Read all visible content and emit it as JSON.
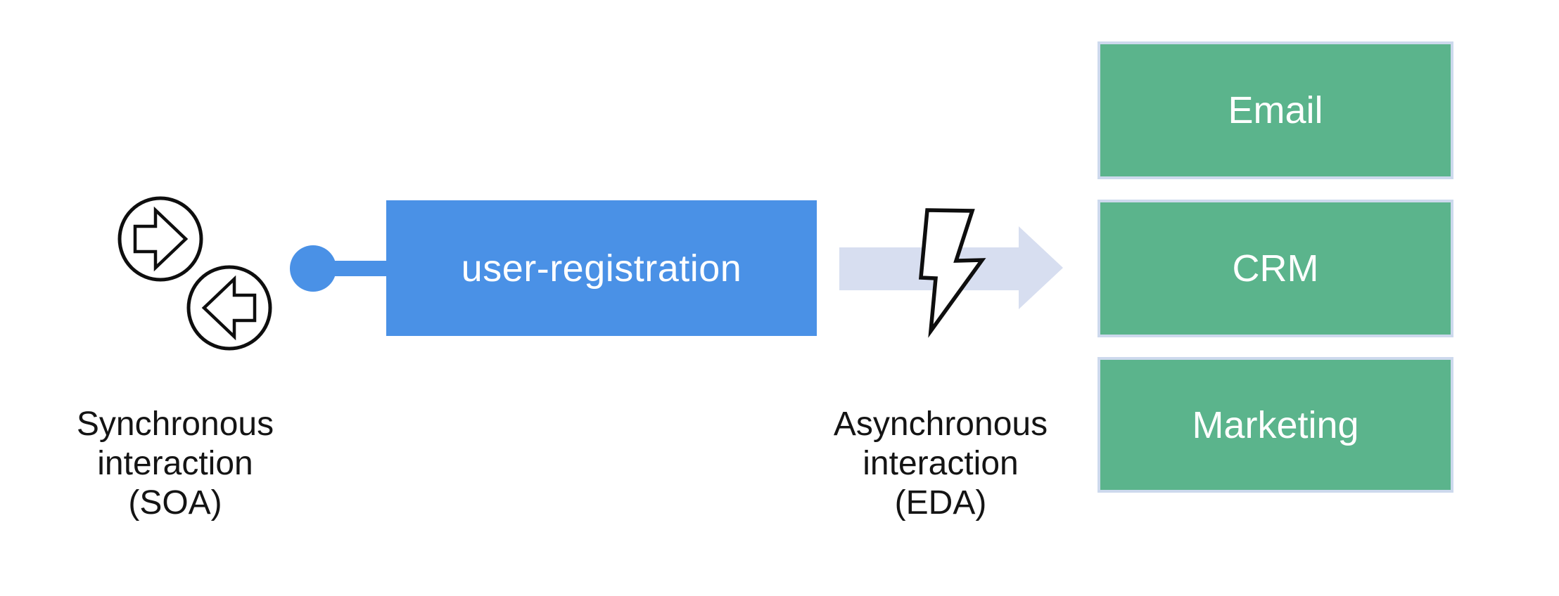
{
  "service_box": {
    "label": "user-registration"
  },
  "captions": {
    "left": {
      "lines": [
        "Synchronous",
        "interaction",
        "(SOA)"
      ]
    },
    "right": {
      "lines": [
        "Asynchronous",
        "interaction",
        "(EDA)"
      ]
    }
  },
  "targets": [
    {
      "label": "Email"
    },
    {
      "label": "CRM"
    },
    {
      "label": "Marketing"
    }
  ],
  "icons": {
    "sync": "request-response-circled-arrows-icon",
    "async": "lightning-bolt-icon",
    "connector": "lollipop-connector",
    "flow": "right-block-arrow"
  },
  "colors": {
    "service_blue": "#4a91e6",
    "target_green": "#5bb48c",
    "target_border": "#cdd9ed",
    "arrow_fill": "#d7def0",
    "outline_black": "#0e0e0e",
    "text_white": "#ffffff",
    "caption_text": "#141414",
    "background": "#ffffff"
  }
}
